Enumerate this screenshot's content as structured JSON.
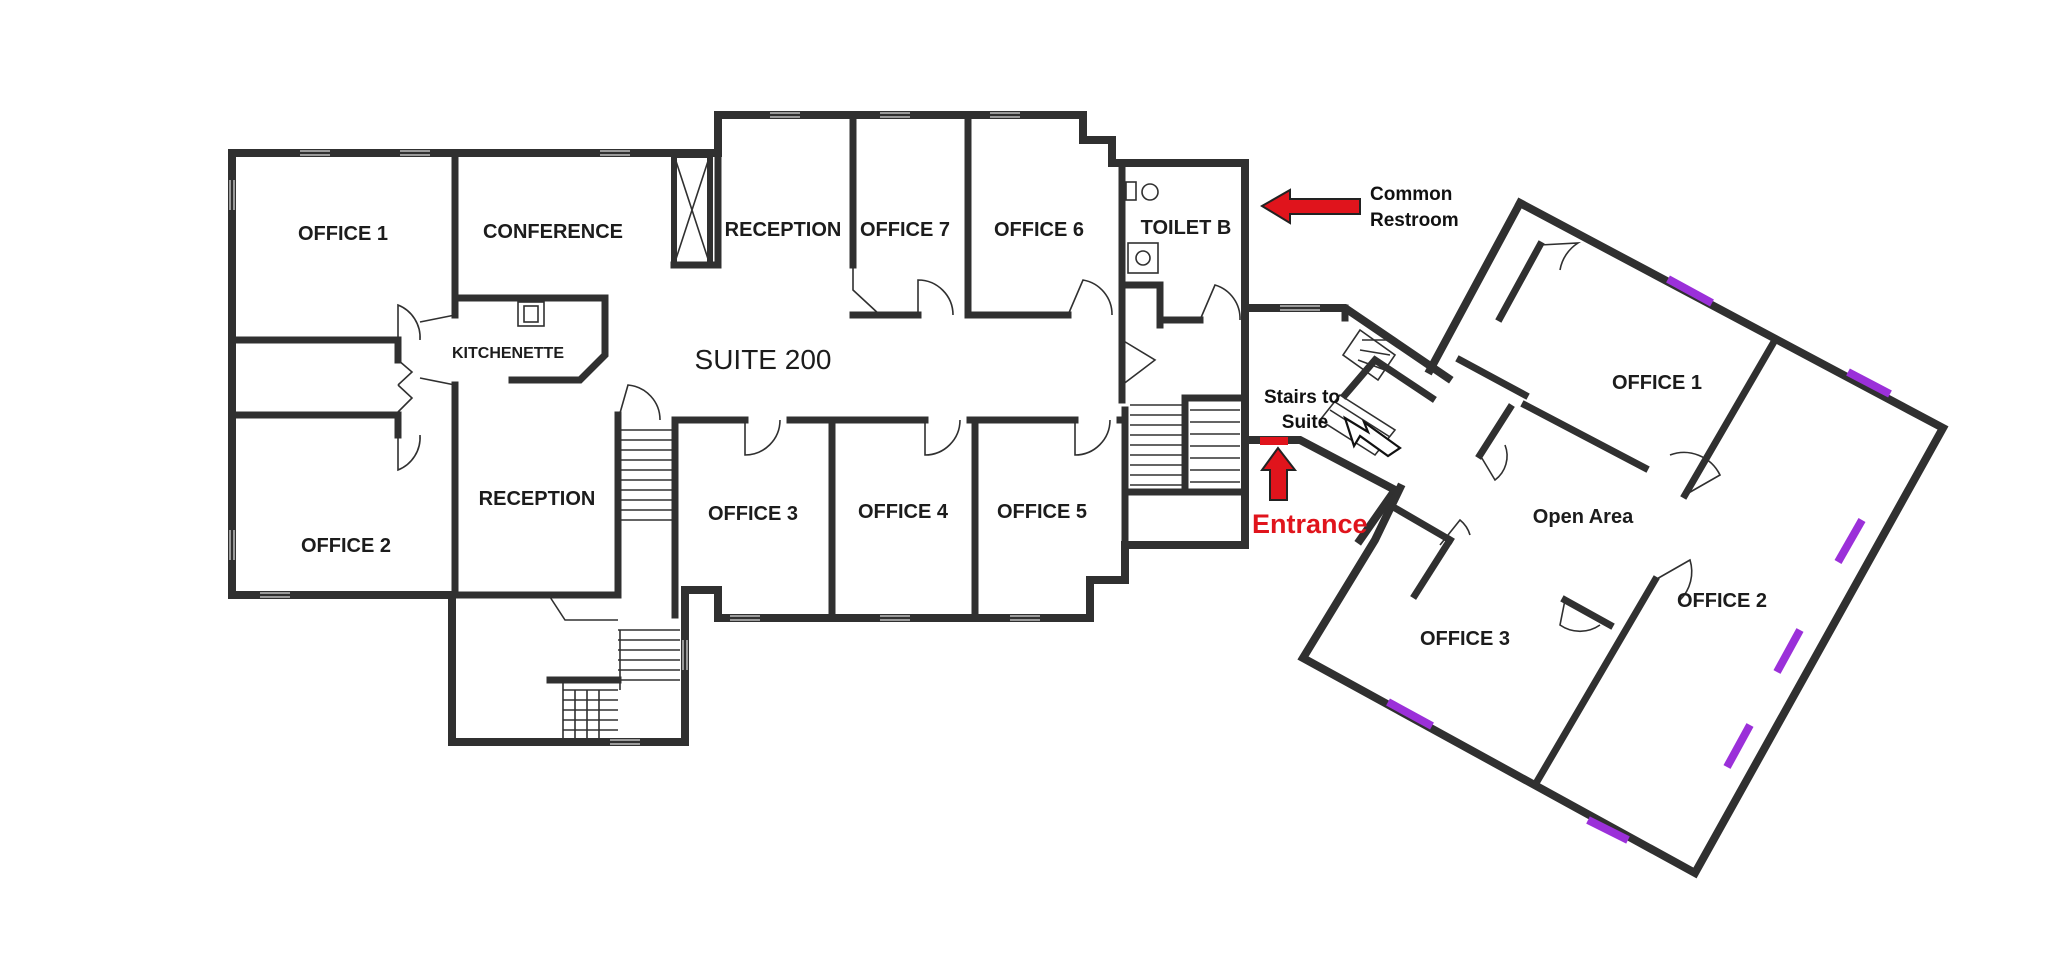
{
  "suite_label": "SUITE 200",
  "rooms_left": {
    "office1": "OFFICE 1",
    "office2": "OFFICE 2",
    "conference": "CONFERENCE",
    "kitchenette": "KITCHENETTE",
    "reception_lower": "RECEPTION",
    "reception_upper": "RECEPTION",
    "office7": "OFFICE 7",
    "office6": "OFFICE 6",
    "toilet_b": "TOILET B",
    "office3": "OFFICE 3",
    "office4": "OFFICE 4",
    "office5": "OFFICE 5"
  },
  "rooms_right": {
    "office1": "OFFICE 1",
    "office2": "OFFICE 2",
    "office3": "OFFICE 3",
    "open_area": "Open Area"
  },
  "notes": {
    "common_restroom_line1": "Common",
    "common_restroom_line2": "Restroom",
    "stairs_line1": "Stairs to",
    "stairs_line2": "Suite",
    "entrance": "Entrance"
  },
  "colors": {
    "wall": "#303030",
    "arrow_red": "#e0141c",
    "window_purple": "#9b30d9"
  }
}
